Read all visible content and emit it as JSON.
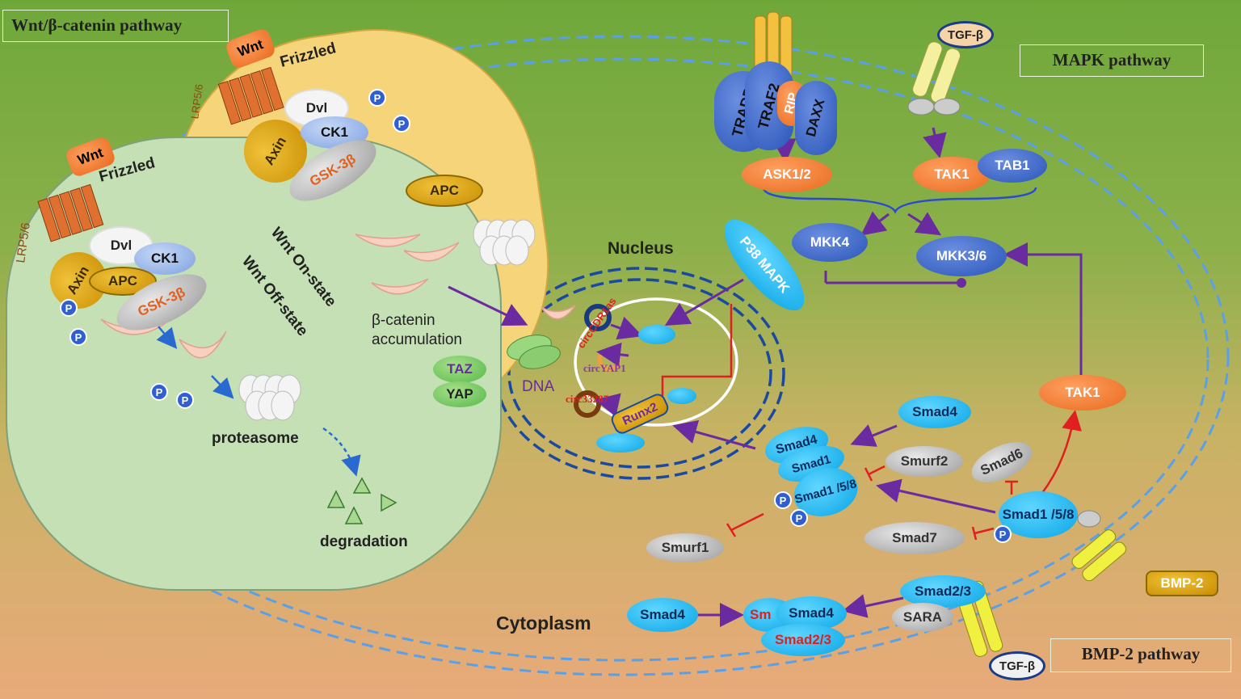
{
  "panels": {
    "wnt_pathway": "Wnt/β-catenin pathway",
    "mapk_pathway": "MAPK pathway",
    "bmp2_pathway": "BMP-2 pathway"
  },
  "compartments": {
    "nucleus": "Nucleus",
    "cytoplasm": "Cytoplasm",
    "dna": "DNA"
  },
  "wnt_on": {
    "state": "Wnt On-state",
    "wnt": "Wnt",
    "frizzled": "Frizzled",
    "lrp": "LRP5/6",
    "dvl": "Dvl",
    "ck1": "CK1",
    "axin": "Axin",
    "gsk": "GSK-3β",
    "apc": "APC",
    "accum1": "β-catenin",
    "accum2": "accumulation",
    "taz": "TAZ",
    "yap": "YAP"
  },
  "wnt_off": {
    "state": "Wnt Off-state",
    "wnt": "Wnt",
    "frizzled": "Frizzled",
    "lrp": "LRP5/6",
    "dvl": "Dvl",
    "ck1": "CK1",
    "axin": "Axin",
    "apc": "APC",
    "gsk": "GSK-3β",
    "proteasome": "proteasome",
    "degradation": "degradation"
  },
  "phospho": "P",
  "nuclear": {
    "circ1": "circCDR1as",
    "circ2": "circYAP1",
    "circ3": "circ33287",
    "runx2": "Runx2"
  },
  "mapk": {
    "tradd": "TRADD",
    "traf2": "TRAF2",
    "rip": "RIP",
    "daxx": "DAXX",
    "tgfb": "TGF-β",
    "ask": "ASK1/2",
    "tak1": "TAK1",
    "tab1": "TAB1",
    "mkk4": "MKK4",
    "mkk36": "MKK3/6",
    "p38": "P38 MAPK",
    "tak1b": "TAK1"
  },
  "bmp": {
    "smad4a": "Smad4",
    "smad4b": "Smad4",
    "smad4c": "Smad4",
    "smad4d": "Smad4",
    "smad1": "Smad1",
    "smad158": "Smad1 /5/8",
    "smad158b": "Smad1 /5/8",
    "smurf2": "Smurf2",
    "smad6": "Smad6",
    "smad7": "Smad7",
    "smurf1": "Smurf1",
    "smad23a": "Smad2/3",
    "smad23b": "Smad2/3",
    "sara": "SARA",
    "sm_partial": "Sm",
    "bmp2": "BMP-2",
    "tgfb": "TGF-β"
  }
}
